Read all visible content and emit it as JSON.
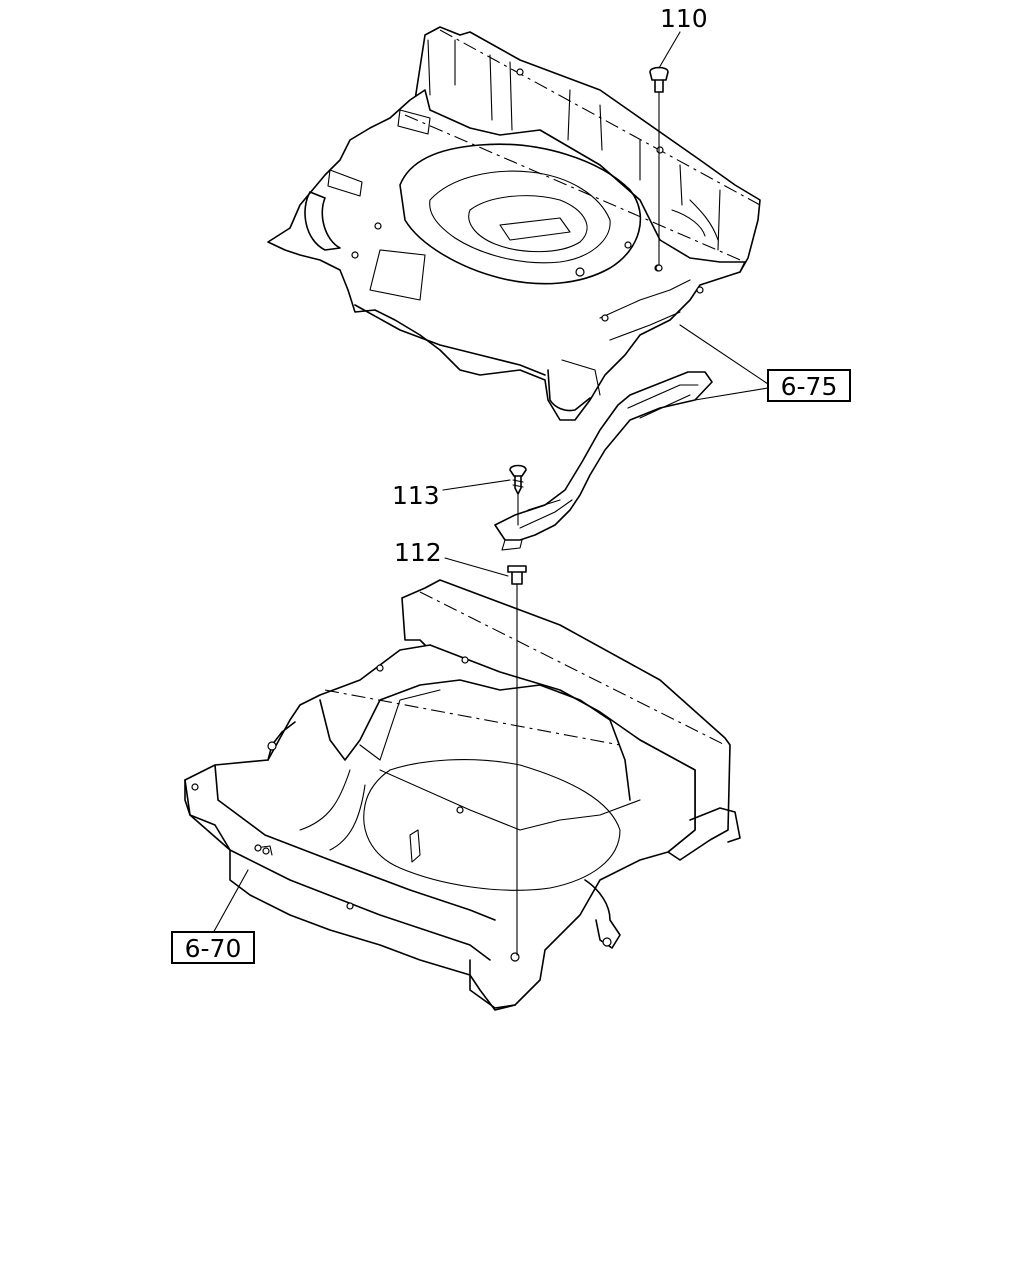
{
  "callouts": {
    "part_110": "110",
    "part_113": "113",
    "part_112": "112",
    "ref_upper": "6-75",
    "ref_lower": "6-70"
  }
}
